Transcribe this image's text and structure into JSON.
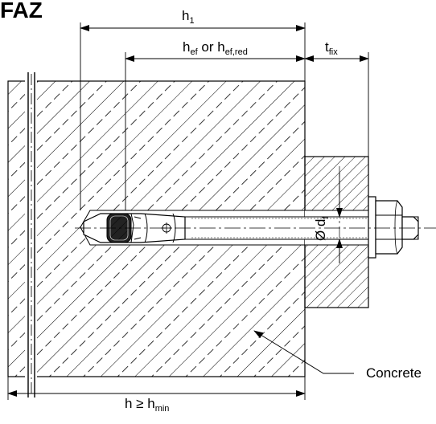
{
  "title": "FAZ",
  "dimensions": {
    "h1": {
      "main": "h",
      "sub": "1"
    },
    "hef": {
      "main1": "h",
      "sub1": "ef",
      "mid": " or h",
      "sub2": "ef,red"
    },
    "tfix": {
      "main": "t",
      "sub": "fix"
    },
    "diameter": {
      "main": "Ø d",
      "sub": "f"
    },
    "hmin": {
      "main": "h ≥ h",
      "sub": "min"
    }
  },
  "labels": {
    "concrete": "Concrete"
  }
}
